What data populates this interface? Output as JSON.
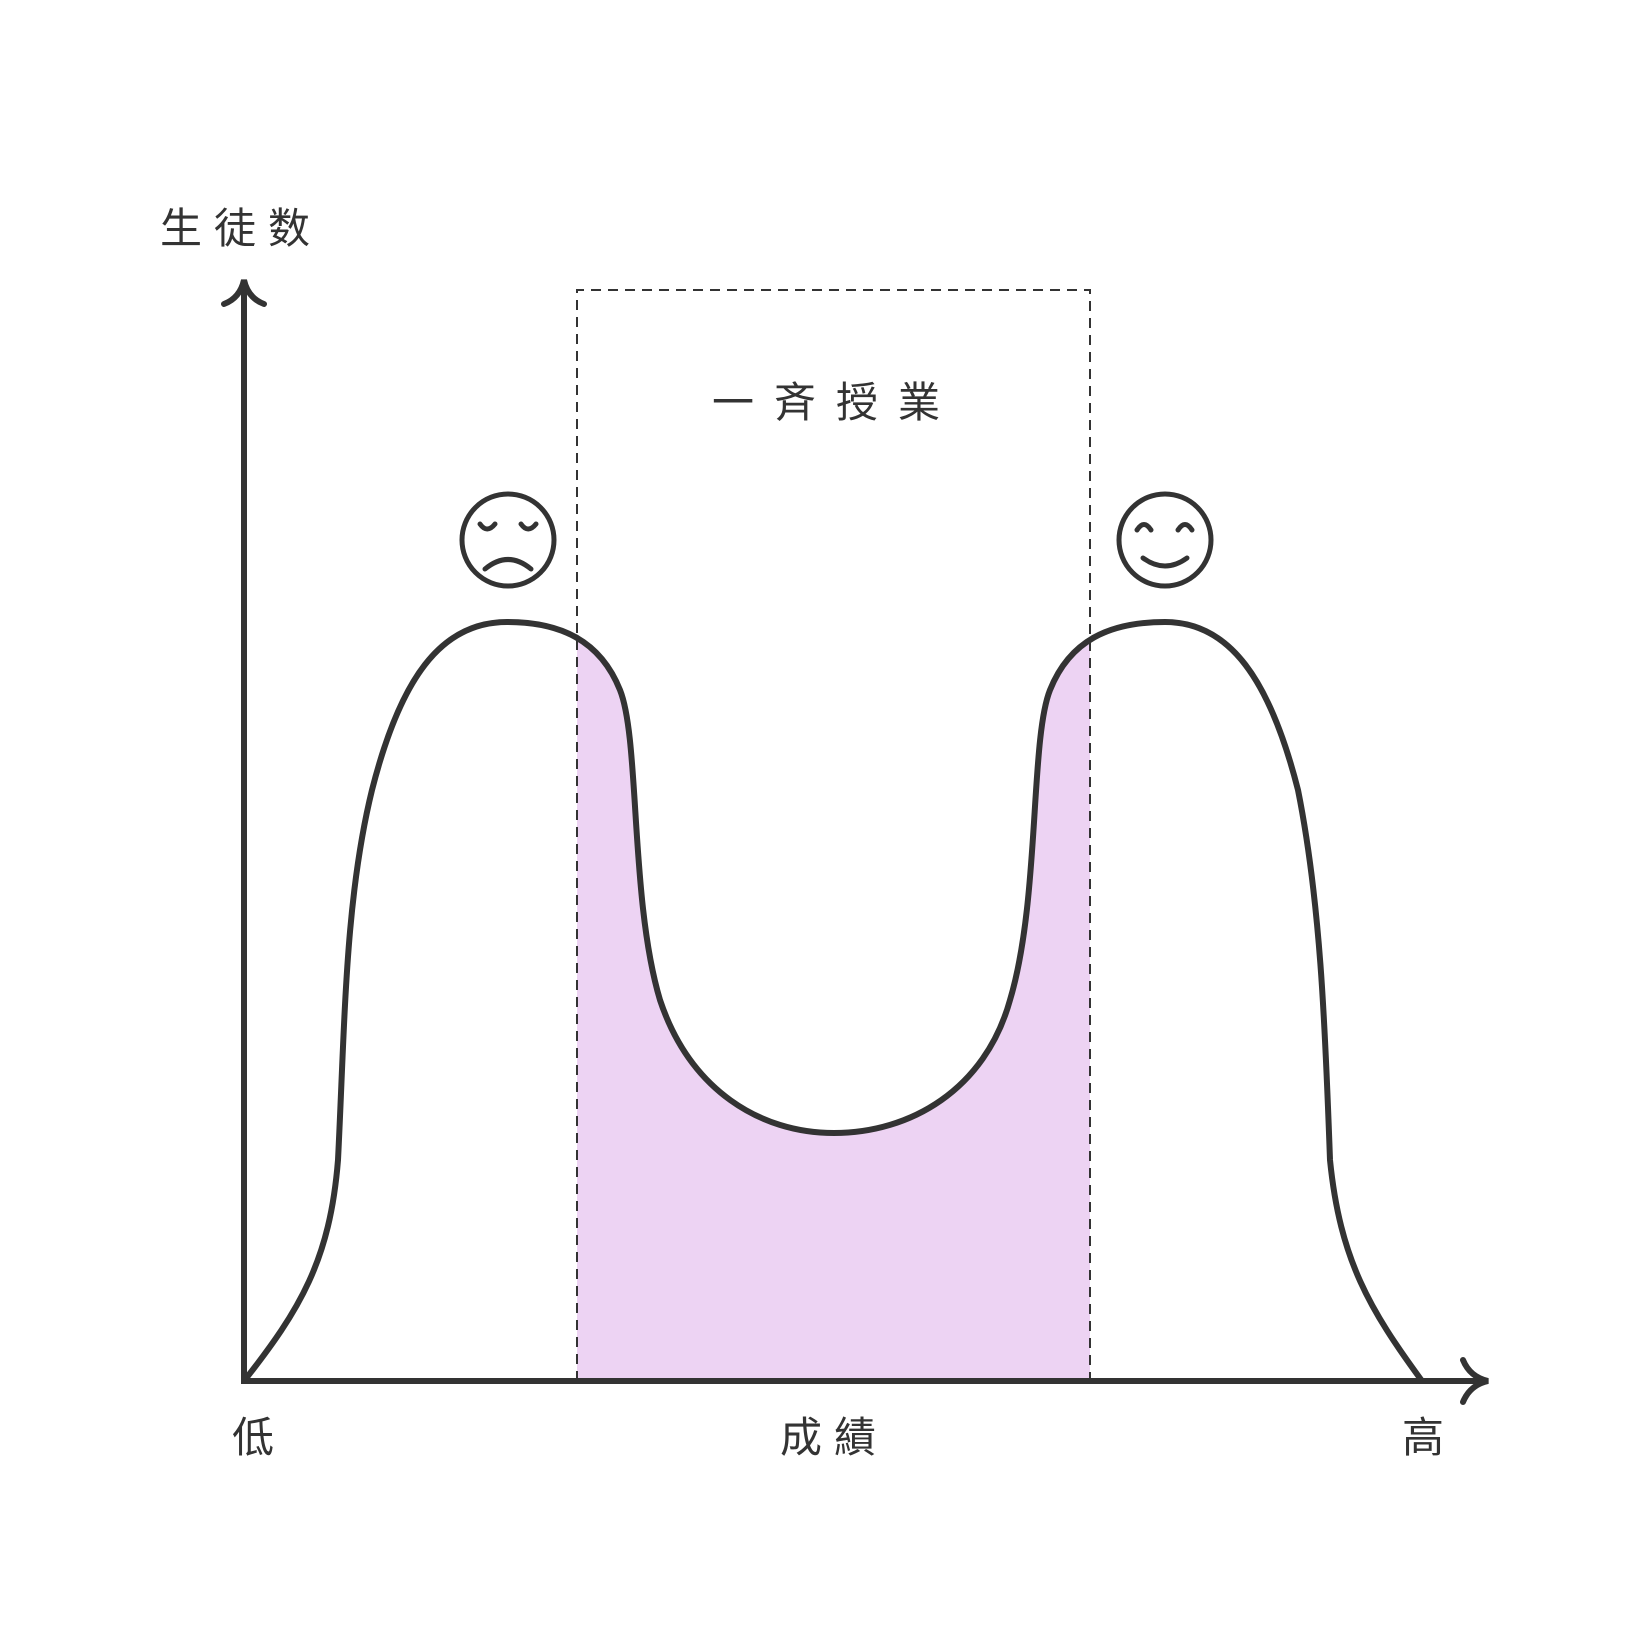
{
  "chart_data": {
    "type": "area",
    "title": "",
    "ylabel": "生徒数",
    "xlabel": "成績",
    "x_tick_labels": {
      "low": "低",
      "high": "高"
    },
    "highlight_region": {
      "label": "一斉授業",
      "fill_color": "#edd3f3",
      "border": "dashed",
      "x_range_fraction": [
        0.28,
        0.74
      ]
    },
    "grid": false,
    "legend": null,
    "shape": "bimodal",
    "peaks": [
      {
        "position": "left",
        "icon": "sad-face-icon",
        "meaning": "low-performing students"
      },
      {
        "position": "right",
        "icon": "happy-face-icon",
        "meaning": "high-performing students"
      }
    ],
    "x": [
      0.0,
      0.08,
      0.14,
      0.22,
      0.28,
      0.33,
      0.4,
      0.5,
      0.6,
      0.67,
      0.74,
      0.82,
      0.9,
      0.97,
      1.0
    ],
    "values": [
      0,
      25,
      75,
      100,
      96,
      60,
      30,
      22,
      30,
      60,
      96,
      100,
      75,
      25,
      0
    ]
  },
  "colors": {
    "line": "#333333",
    "fill": "#edd3f3",
    "background": "#ffffff"
  },
  "labels": {
    "y_axis": "生徒数",
    "x_axis": "成績",
    "x_low": "低",
    "x_high": "高",
    "box": "一斉授業"
  }
}
